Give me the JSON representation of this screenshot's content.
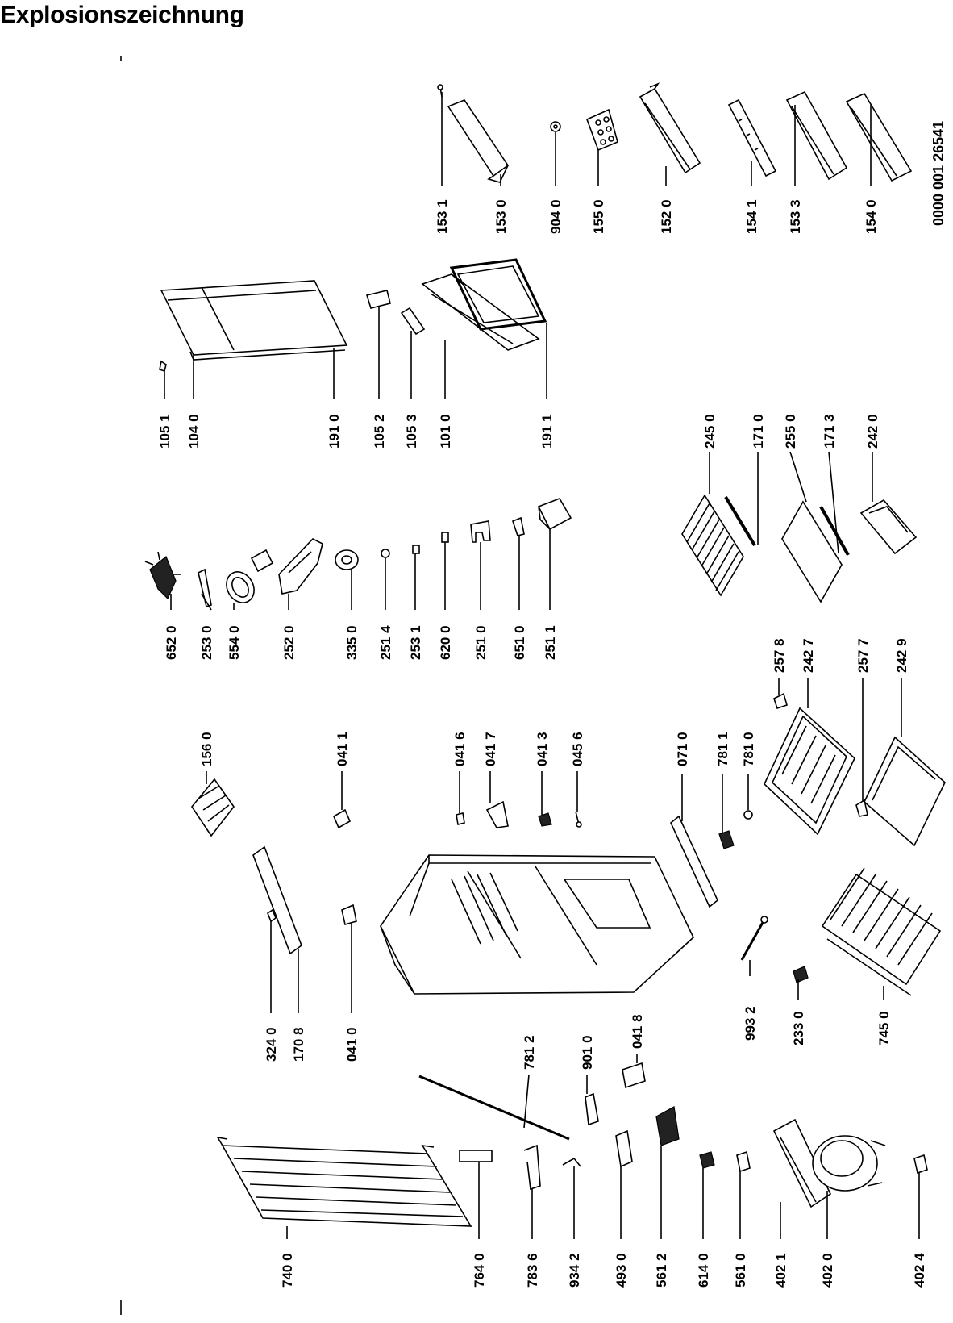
{
  "title": "Explosionszeichnung",
  "document_number": "0000 001 26541",
  "parts": [
    {
      "id": "p1531",
      "label": "153 1"
    },
    {
      "id": "p1530",
      "label": "153 0"
    },
    {
      "id": "p9040",
      "label": "904 0"
    },
    {
      "id": "p1550",
      "label": "155 0"
    },
    {
      "id": "p1520",
      "label": "152 0"
    },
    {
      "id": "p1541",
      "label": "154 1"
    },
    {
      "id": "p1533",
      "label": "153 3"
    },
    {
      "id": "p1540",
      "label": "154 0"
    },
    {
      "id": "p1051",
      "label": "105 1"
    },
    {
      "id": "p1040",
      "label": "104 0"
    },
    {
      "id": "p1910",
      "label": "191 0"
    },
    {
      "id": "p1052",
      "label": "105 2"
    },
    {
      "id": "p1053",
      "label": "105 3"
    },
    {
      "id": "p1010",
      "label": "101 0"
    },
    {
      "id": "p1911",
      "label": "191 1"
    },
    {
      "id": "p6520",
      "label": "652 0"
    },
    {
      "id": "p2530",
      "label": "253 0"
    },
    {
      "id": "p5540",
      "label": "554 0"
    },
    {
      "id": "p2520",
      "label": "252 0"
    },
    {
      "id": "p3350",
      "label": "335 0"
    },
    {
      "id": "p2514",
      "label": "251 4"
    },
    {
      "id": "p2531",
      "label": "253 1"
    },
    {
      "id": "p6200",
      "label": "620 0"
    },
    {
      "id": "p2510",
      "label": "251 0"
    },
    {
      "id": "p6510",
      "label": "651 0"
    },
    {
      "id": "p2511",
      "label": "251 1"
    },
    {
      "id": "p2450",
      "label": "245 0"
    },
    {
      "id": "p1710",
      "label": "171 0"
    },
    {
      "id": "p2550",
      "label": "255 0"
    },
    {
      "id": "p1713",
      "label": "171 3"
    },
    {
      "id": "p2420",
      "label": "242 0"
    },
    {
      "id": "p1560",
      "label": "156 0"
    },
    {
      "id": "p0411",
      "label": "041 1"
    },
    {
      "id": "p0416",
      "label": "041 6"
    },
    {
      "id": "p0417",
      "label": "041 7"
    },
    {
      "id": "p0413",
      "label": "041 3"
    },
    {
      "id": "p0456",
      "label": "045 6"
    },
    {
      "id": "p0710",
      "label": "071 0"
    },
    {
      "id": "p7811",
      "label": "781 1"
    },
    {
      "id": "p7810",
      "label": "781 0"
    },
    {
      "id": "p2578",
      "label": "257 8"
    },
    {
      "id": "p2427",
      "label": "242 7"
    },
    {
      "id": "p2577",
      "label": "257 7"
    },
    {
      "id": "p2429",
      "label": "242 9"
    },
    {
      "id": "p3240",
      "label": "324 0"
    },
    {
      "id": "p1708",
      "label": "170 8"
    },
    {
      "id": "p0410",
      "label": "041 0"
    },
    {
      "id": "p7812",
      "label": "781 2"
    },
    {
      "id": "p9010",
      "label": "901 0"
    },
    {
      "id": "p0418",
      "label": "041 8"
    },
    {
      "id": "p9932",
      "label": "993 2"
    },
    {
      "id": "p2330",
      "label": "233 0"
    },
    {
      "id": "p7450",
      "label": "745 0"
    },
    {
      "id": "p7400",
      "label": "740 0"
    },
    {
      "id": "p7640",
      "label": "764 0"
    },
    {
      "id": "p7836",
      "label": "783 6"
    },
    {
      "id": "p9342",
      "label": "934 2"
    },
    {
      "id": "p4930",
      "label": "493 0"
    },
    {
      "id": "p5612",
      "label": "561 2"
    },
    {
      "id": "p6140",
      "label": "614 0"
    },
    {
      "id": "p5610",
      "label": "561 0"
    },
    {
      "id": "p4021",
      "label": "402 1"
    },
    {
      "id": "p4020",
      "label": "402 0"
    },
    {
      "id": "p4024",
      "label": "402 4"
    }
  ]
}
